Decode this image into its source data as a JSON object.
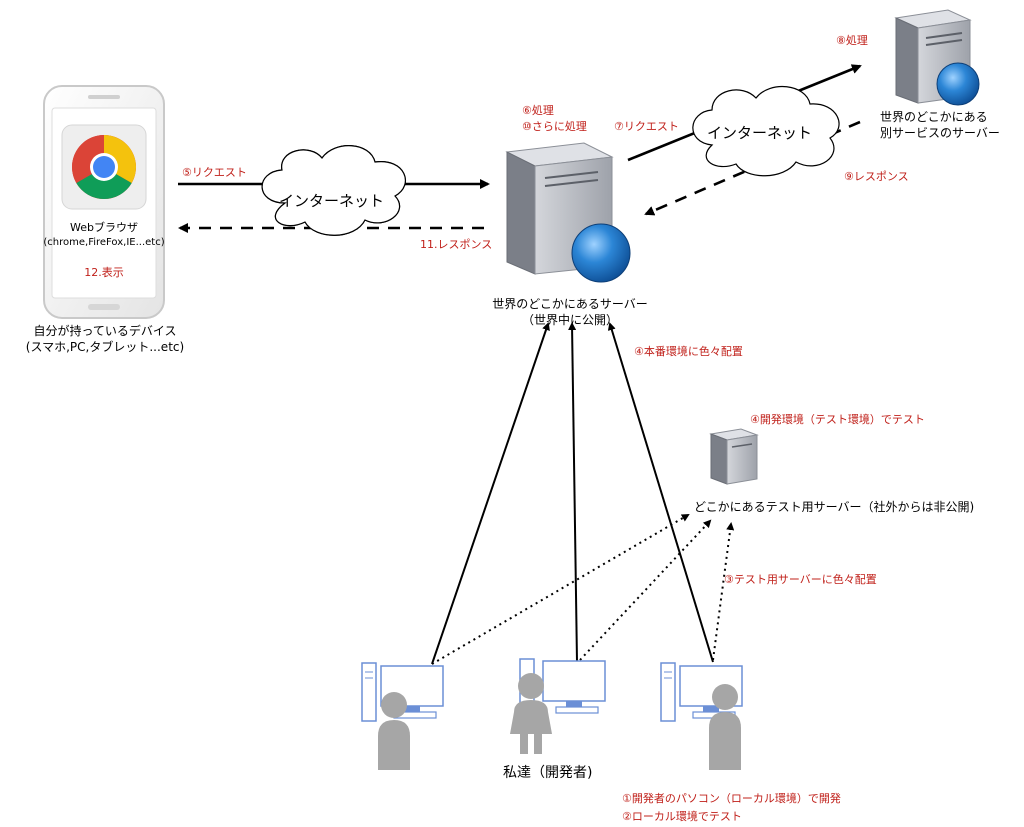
{
  "colors": {
    "annotation": "#c0201a",
    "server_front": "#b9bcc4",
    "server_side": "#7b7f88",
    "globe": "#2c86d6",
    "person": "#a6a6a6",
    "monitor_blue": "#6b8fd6"
  },
  "device": {
    "browser_name": "Webブラウザ",
    "browser_examples": "(chrome,FireFox,IE...etc)",
    "display_step": "12.表示",
    "caption_line1": "自分が持っているデバイス",
    "caption_line2": "(スマホ,PC,タブレット...etc)",
    "icon": "chrome-icon"
  },
  "left_link": {
    "cloud_label": "インターネット",
    "request_label": "⑤リクエスト",
    "response_label": "11.レスポンス"
  },
  "main_server": {
    "steps_line1": "⑥処理",
    "steps_line2": "⑩さらに処理",
    "caption_line1": "世界のどこかにあるサーバー",
    "caption_line2": "（世界中に公開）",
    "deploy_label": "④本番環境に色々配置"
  },
  "right_link": {
    "cloud_label": "インターネット",
    "request_label": "⑦リクエスト",
    "response_label": "⑨レスポンス"
  },
  "external_server": {
    "step_label": "⑧処理",
    "caption_line1": "世界のどこかにある",
    "caption_line2": "別サービスのサーバー"
  },
  "test_server": {
    "step_label": "④開発環境（テスト環境）でテスト",
    "caption": "どこかにあるテスト用サーバー（社外からは非公開)",
    "deploy_label": "③テスト用サーバーに色々配置"
  },
  "developers": {
    "caption": "私達（開発者)",
    "note_line1": "①開発者のパソコン（ローカル環境）で開発",
    "note_line2": "②ローカル環境でテスト"
  }
}
